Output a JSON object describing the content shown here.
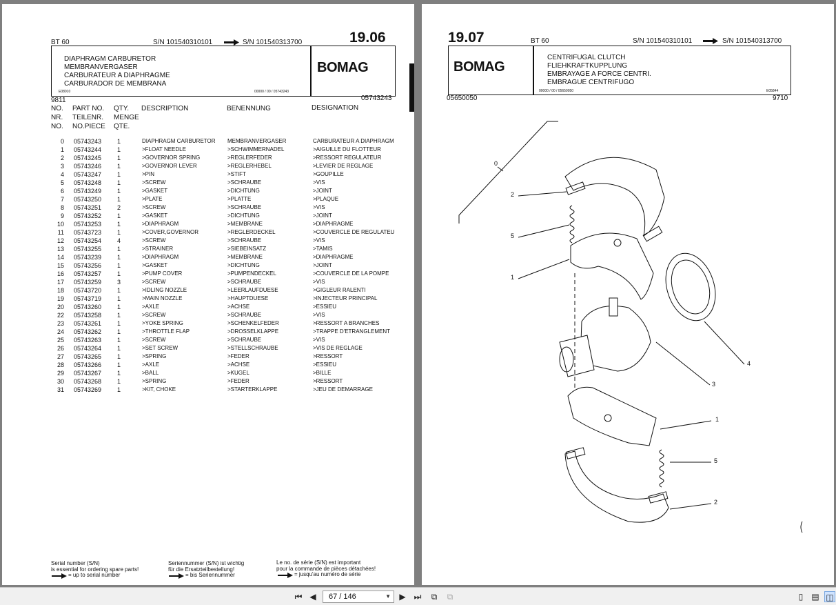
{
  "left_page": {
    "model": "BT 60",
    "serial_from": "S/N 101540310101",
    "serial_to": "S/N 101540313700",
    "page_number": "19.06",
    "titles": [
      "DIAPHRAGM CARBURETOR",
      "MEMBRANVERGASER",
      "CARBURATEUR A DIAPHRAGME",
      "CARBURADOR DE MEMBRANA"
    ],
    "logo": "BOMAG",
    "code_left": "E08010",
    "code_right": "00000 / 00 / 05743243",
    "date_code": "9811",
    "ref_number": "05743243",
    "headers": {
      "no": [
        "NO.",
        "NR.",
        "NO."
      ],
      "part": [
        "PART NO.",
        "TEILENR.",
        "NO.PIECE"
      ],
      "qty": [
        "QTY.",
        "MENGE",
        "QTE."
      ],
      "desc": "DESCRIPTION",
      "ben": "BENENNUNG",
      "des": "DESIGNATION"
    },
    "rows": [
      {
        "no": "0",
        "part": "05743243",
        "qty": "1",
        "desc": "DIAPHRAGM CARBURETOR",
        "ben": "MEMBRANVERGASER",
        "des": "CARBURATEUR A DIAPHRAGM"
      },
      {
        "no": "1",
        "part": "05743244",
        "qty": "1",
        "desc": ">FLOAT NEEDLE",
        "ben": ">SCHWIMMERNADEL",
        "des": ">AIGUILLE DU FLOTTEUR"
      },
      {
        "no": "2",
        "part": "05743245",
        "qty": "1",
        "desc": ">GOVERNOR SPRING",
        "ben": ">REGLERFEDER",
        "des": ">RESSORT REGULATEUR"
      },
      {
        "no": "3",
        "part": "05743246",
        "qty": "1",
        "desc": ">GOVERNOR LEVER",
        "ben": ">REGLERHEBEL",
        "des": ">LEVIER DE REGLAGE"
      },
      {
        "no": "4",
        "part": "05743247",
        "qty": "1",
        "desc": ">PIN",
        "ben": ">STIFT",
        "des": ">GOUPILLE"
      },
      {
        "no": "5",
        "part": "05743248",
        "qty": "1",
        "desc": ">SCREW",
        "ben": ">SCHRAUBE",
        "des": ">VIS"
      },
      {
        "no": "6",
        "part": "05743249",
        "qty": "1",
        "desc": ">GASKET",
        "ben": ">DICHTUNG",
        "des": ">JOINT"
      },
      {
        "no": "7",
        "part": "05743250",
        "qty": "1",
        "desc": ">PLATE",
        "ben": ">PLATTE",
        "des": ">PLAQUE"
      },
      {
        "no": "8",
        "part": "05743251",
        "qty": "2",
        "desc": ">SCREW",
        "ben": ">SCHRAUBE",
        "des": ">VIS"
      },
      {
        "no": "9",
        "part": "05743252",
        "qty": "1",
        "desc": ">GASKET",
        "ben": ">DICHTUNG",
        "des": ">JOINT"
      },
      {
        "no": "10",
        "part": "05743253",
        "qty": "1",
        "desc": ">DIAPHRAGM",
        "ben": ">MEMBRANE",
        "des": ">DIAPHRAGME"
      },
      {
        "no": "11",
        "part": "05743723",
        "qty": "1",
        "desc": ">COVER,GOVERNOR",
        "ben": ">REGLERDECKEL",
        "des": ">COUVERCLE DE REGULATEU"
      },
      {
        "no": "12",
        "part": "05743254",
        "qty": "4",
        "desc": ">SCREW",
        "ben": ">SCHRAUBE",
        "des": ">VIS"
      },
      {
        "no": "13",
        "part": "05743255",
        "qty": "1",
        "desc": ">STRAINER",
        "ben": ">SIEBEINSATZ",
        "des": ">TAMIS"
      },
      {
        "no": "14",
        "part": "05743239",
        "qty": "1",
        "desc": ">DIAPHRAGM",
        "ben": ">MEMBRANE",
        "des": ">DIAPHRAGME"
      },
      {
        "no": "15",
        "part": "05743256",
        "qty": "1",
        "desc": ">GASKET",
        "ben": ">DICHTUNG",
        "des": ">JOINT"
      },
      {
        "no": "16",
        "part": "05743257",
        "qty": "1",
        "desc": ">PUMP COVER",
        "ben": ">PUMPENDECKEL",
        "des": ">COUVERCLE DE LA POMPE"
      },
      {
        "no": "17",
        "part": "05743259",
        "qty": "3",
        "desc": ">SCREW",
        "ben": ">SCHRAUBE",
        "des": ">VIS"
      },
      {
        "no": "18",
        "part": "05743720",
        "qty": "1",
        "desc": ">IDLING NOZZLE",
        "ben": ">LEERLAUFDUESE",
        "des": ">GIGLEUR RALENTI"
      },
      {
        "no": "19",
        "part": "05743719",
        "qty": "1",
        "desc": ">MAIN NOZZLE",
        "ben": ">HAUPTDUESE",
        "des": ">INJECTEUR PRINCIPAL"
      },
      {
        "no": "20",
        "part": "05743260",
        "qty": "1",
        "desc": ">AXLE",
        "ben": ">ACHSE",
        "des": ">ESSIEU"
      },
      {
        "no": "22",
        "part": "05743258",
        "qty": "1",
        "desc": ">SCREW",
        "ben": ">SCHRAUBE",
        "des": ">VIS"
      },
      {
        "no": "23",
        "part": "05743261",
        "qty": "1",
        "desc": ">YOKE SPRING",
        "ben": ">SCHENKELFEDER",
        "des": ">RESSORT A BRANCHES"
      },
      {
        "no": "24",
        "part": "05743262",
        "qty": "1",
        "desc": ">THROTTLE FLAP",
        "ben": ">DROSSELKLAPPE",
        "des": ">TRAPPE D'ETRANGLEMENT"
      },
      {
        "no": "25",
        "part": "05743263",
        "qty": "1",
        "desc": ">SCREW",
        "ben": ">SCHRAUBE",
        "des": ">VIS"
      },
      {
        "no": "26",
        "part": "05743264",
        "qty": "1",
        "desc": ">SET SCREW",
        "ben": ">STELLSCHRAUBE",
        "des": ">VIS DE REGLAGE"
      },
      {
        "no": "27",
        "part": "05743265",
        "qty": "1",
        "desc": ">SPRING",
        "ben": ">FEDER",
        "des": ">RESSORT"
      },
      {
        "no": "28",
        "part": "05743266",
        "qty": "1",
        "desc": ">AXLE",
        "ben": ">ACHSE",
        "des": ">ESSIEU"
      },
      {
        "no": "29",
        "part": "05743267",
        "qty": "1",
        "desc": ">BALL",
        "ben": ">KUGEL",
        "des": ">BILLE"
      },
      {
        "no": "30",
        "part": "05743268",
        "qty": "1",
        "desc": ">SPRING",
        "ben": ">FEDER",
        "des": ">RESSORT"
      },
      {
        "no": "31",
        "part": "05743269",
        "qty": "1",
        "desc": ">KIT, CHOKE",
        "ben": ">STARTERKLAPPE",
        "des": ">JEU DE DEMARRAGE"
      }
    ],
    "footer": {
      "en": [
        "Serial number (S/N)",
        "is essential for ordering spare parts!",
        "= up to serial number"
      ],
      "de": [
        "Seriennummer (S/N) ist wichtig",
        "für die Ersatzteilbestellung!",
        "= bis Seriennummer"
      ],
      "fr": [
        "Le no. de série (S/N) est important",
        "pour la commande de pièces détachées!",
        "= jusqu'au numéro de série"
      ]
    }
  },
  "right_page": {
    "page_number": "19.07",
    "model": "BT 60",
    "serial_from": "S/N 101540310101",
    "serial_to": "S/N 101540313700",
    "logo": "BOMAG",
    "titles": [
      "CENTRIFUGAL CLUTCH",
      "FLIEHKRAFTKUPPLUNG",
      "EMBRAYAGE A FORCE CENTRI.",
      "EMBRAGUE CENTRIFUGO"
    ],
    "code_left": "00000 / 00 / 05650050",
    "code_right": "E05844",
    "ref_number": "05650050",
    "date_code": "9710",
    "callouts": [
      "0",
      "2",
      "5",
      "1",
      "4",
      "3",
      "1",
      "5",
      "2"
    ]
  },
  "toolbar": {
    "page_indicator": "67 / 146",
    "icons": [
      "first-page-icon",
      "prev-page-icon",
      "next-page-icon",
      "last-page-icon",
      "single-page-view-icon",
      "continuous-view-icon",
      "facing-view-icon"
    ]
  }
}
